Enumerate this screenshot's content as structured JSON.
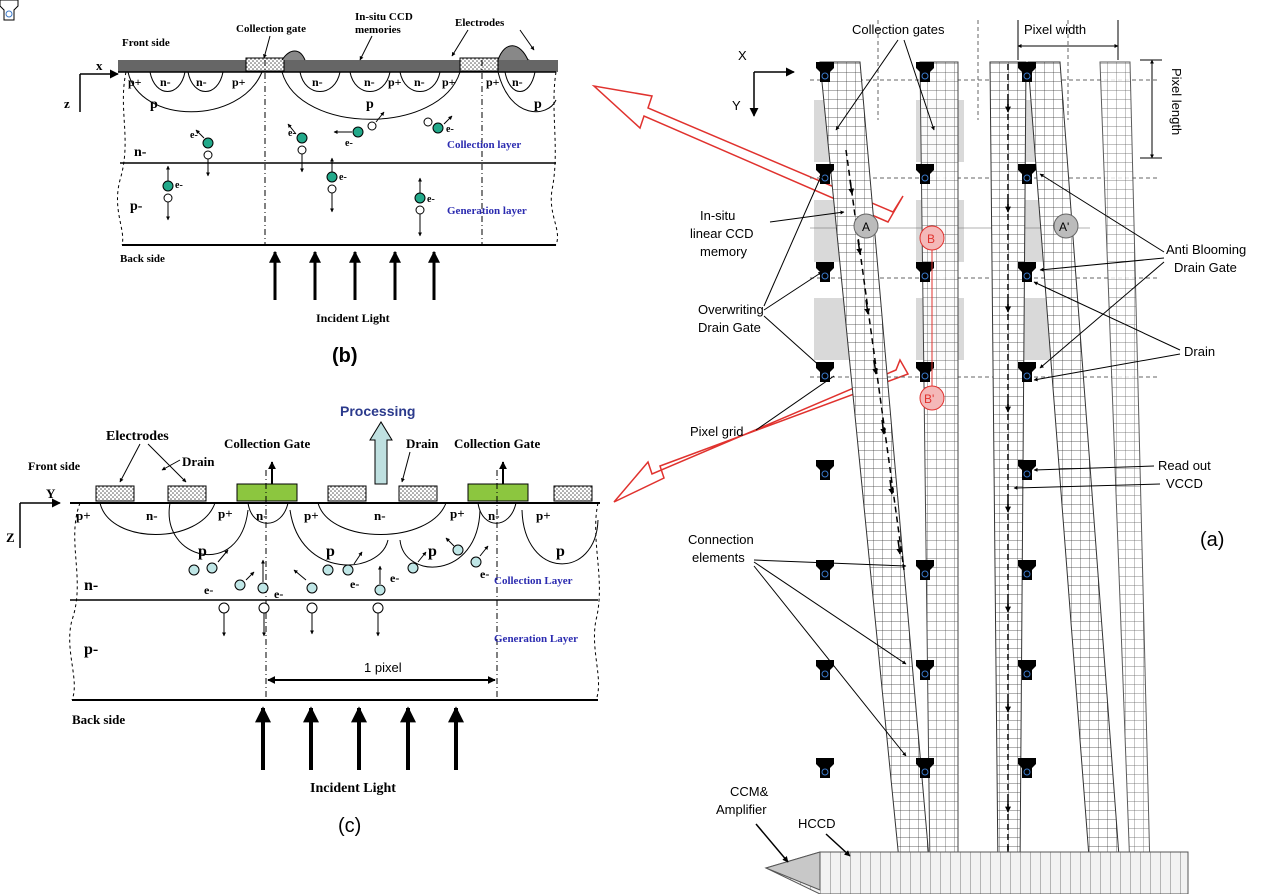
{
  "panel_b": {
    "caption": "(b)",
    "labels": {
      "front_side": "Front side",
      "collection_gate": "Collection gate",
      "insitu_ccd": "In-situ CCD",
      "memories": "memories",
      "electrodes": "Electrodes",
      "x_axis": "x",
      "z_axis": "z",
      "p_plus": "p+",
      "n_minus": "n-",
      "p": "p",
      "n_layer": "n-",
      "p_layer": "p-",
      "collection_layer": "Collection layer",
      "generation_layer": "Generation layer",
      "back_side": "Back side",
      "incident_light": "Incident Light",
      "electron": "e-"
    }
  },
  "panel_c": {
    "caption": "(c)",
    "labels": {
      "processing": "Processing",
      "electrodes": "Electrodes",
      "drain_left": "Drain",
      "collection_gate_left": "Collection Gate",
      "drain_right": "Drain",
      "collection_gate_right": "Collection Gate",
      "front_side": "Front side",
      "y_axis": "Y",
      "z_axis": "Z",
      "p_plus": "p+",
      "n_minus": "n-",
      "p": "p",
      "n_layer": "n-",
      "p_layer": "p-",
      "collection_layer": "Collection Layer",
      "generation_layer": "Generation Layer",
      "one_pixel": "1 pixel",
      "back_side": "Back side",
      "incident_light": "Incident Light",
      "electron": "e-"
    }
  },
  "panel_a": {
    "caption": "(a)",
    "labels": {
      "x_axis": "X",
      "y_axis": "Y",
      "collection_gates": "Collection gates",
      "pixel_width": "Pixel width",
      "pixel_length": "Pixel length",
      "insitu_memory": [
        "In-situ",
        "linear CCD",
        "memory"
      ],
      "overwriting_drain_gate": [
        "Overwriting",
        "Drain Gate"
      ],
      "pixel_grid": "Pixel grid",
      "anti_blooming": [
        "Anti Blooming",
        "Drain Gate"
      ],
      "drain": "Drain",
      "read_out_vccd": [
        "Read out",
        "VCCD"
      ],
      "connection_elements": [
        "Connection",
        "elements"
      ],
      "ccm_amplifier": [
        "CCM&",
        "Amplifier"
      ],
      "hccd": "HCCD",
      "marker_a": "A",
      "marker_a_prime": "A'",
      "marker_b": "B",
      "marker_b_prime": "B'"
    }
  },
  "colors": {
    "ink": "#000000",
    "label_blue": "#2b2bb0",
    "processing_blue": "#2b3a8c",
    "gate_green": "#8cc63f",
    "electron_teal": "#22a98a",
    "electron_light": "#bfe6e6",
    "red": "#e0322e",
    "gray_block": "#d9d9d9",
    "processing_arrow": "#bfe0e0"
  }
}
